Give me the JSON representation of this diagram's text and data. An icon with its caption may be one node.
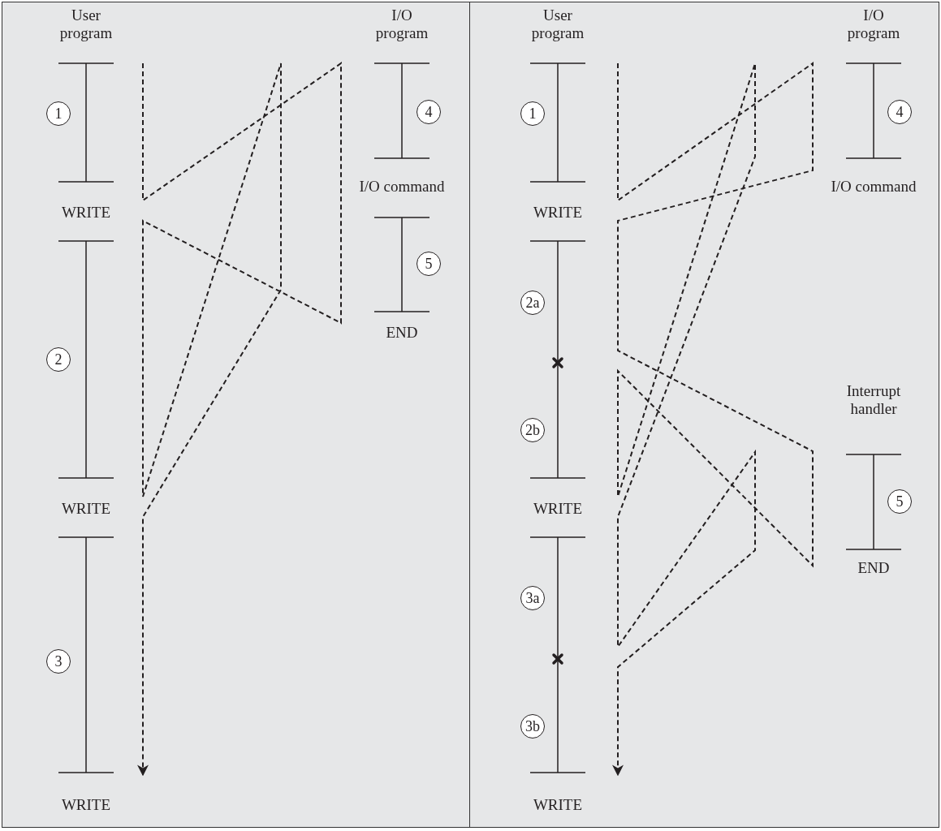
{
  "diagram": {
    "nodes": [
      {
        "text": [
          "1"
        ]
      },
      {
        "text": [
          "2"
        ]
      },
      {
        "text": [
          "3"
        ]
      },
      {
        "text": [
          "4"
        ]
      },
      {
        "text": [
          "5"
        ]
      },
      {
        "text": [
          "1"
        ]
      },
      {
        "text": [
          "2a"
        ]
      },
      {
        "text": [
          "2b"
        ]
      },
      {
        "text": [
          "3a"
        ]
      },
      {
        "text": [
          "3b"
        ]
      },
      {
        "text": [
          "4"
        ]
      },
      {
        "text": [
          "5"
        ]
      }
    ],
    "labels": [
      "User program",
      "I/O program",
      "WRITE",
      "I/O command",
      "END",
      "WRITE",
      "WRITE",
      "User program",
      "I/O program",
      "WRITE",
      "I/O command",
      "Interrupt handler",
      "WRITE",
      "END",
      "WRITE"
    ]
  }
}
